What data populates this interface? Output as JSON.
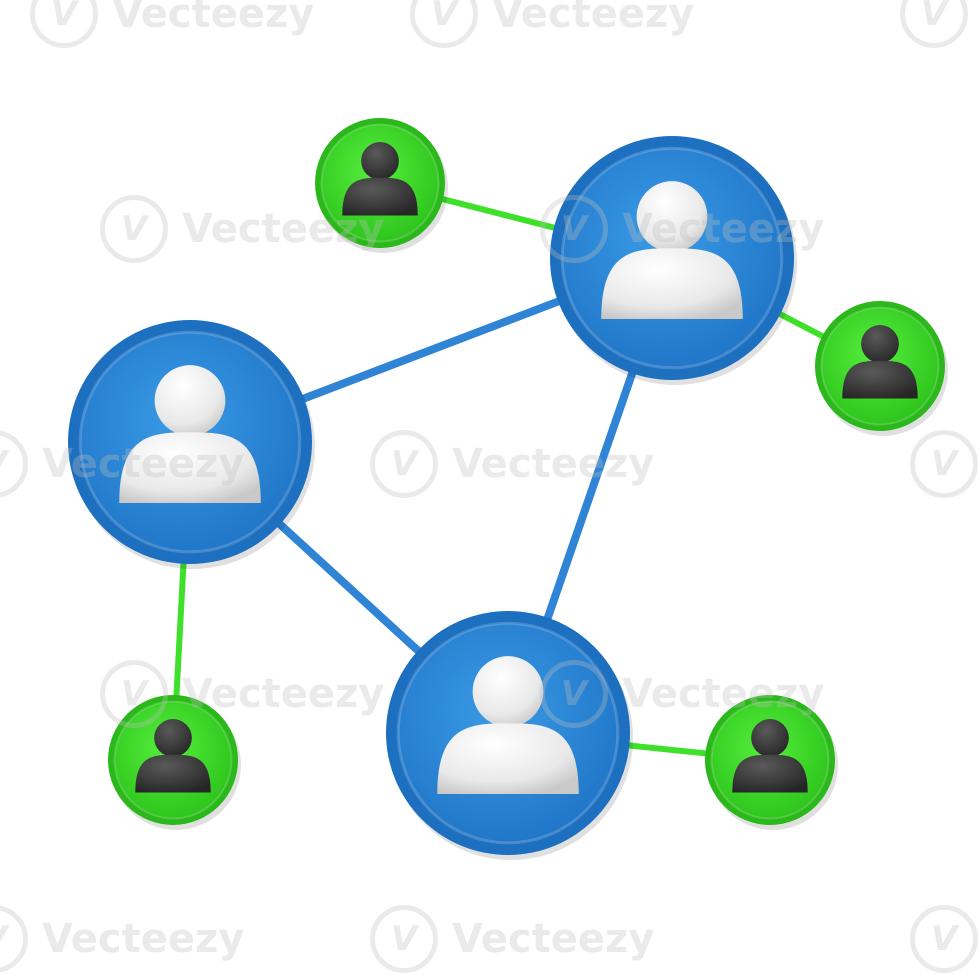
{
  "colors": {
    "background": "#ffffff",
    "main_node": "#2a86d8",
    "main_node_rim": "#1d6fbf",
    "small_node": "#3fe02a",
    "small_node_rim": "#2bb81a",
    "blue_link": "#2f84d6",
    "green_link": "#3fe02a",
    "main_avatar": "#f1f1f1",
    "small_avatar": "#3b3b3b"
  },
  "network": {
    "main_users": [
      {
        "id": "user-top-right",
        "icon": "user-icon"
      },
      {
        "id": "user-left",
        "icon": "user-icon"
      },
      {
        "id": "user-bottom",
        "icon": "user-icon"
      }
    ],
    "secondary_users": [
      {
        "id": "contact-top",
        "icon": "user-icon"
      },
      {
        "id": "contact-right",
        "icon": "user-icon"
      },
      {
        "id": "contact-bottom-left",
        "icon": "user-icon"
      },
      {
        "id": "contact-bottom-right",
        "icon": "user-icon"
      }
    ],
    "connections": [
      {
        "from": "user-left",
        "to": "user-top-right",
        "kind": "primary"
      },
      {
        "from": "user-top-right",
        "to": "user-bottom",
        "kind": "primary"
      },
      {
        "from": "user-left",
        "to": "user-bottom",
        "kind": "primary"
      },
      {
        "from": "contact-top",
        "to": "user-top-right",
        "kind": "secondary"
      },
      {
        "from": "user-top-right",
        "to": "contact-right",
        "kind": "secondary"
      },
      {
        "from": "user-left",
        "to": "contact-bottom-left",
        "kind": "secondary"
      },
      {
        "from": "user-bottom",
        "to": "contact-bottom-right",
        "kind": "secondary"
      }
    ]
  },
  "watermark": {
    "text": "Vecteezy",
    "logo_glyph": "V"
  }
}
